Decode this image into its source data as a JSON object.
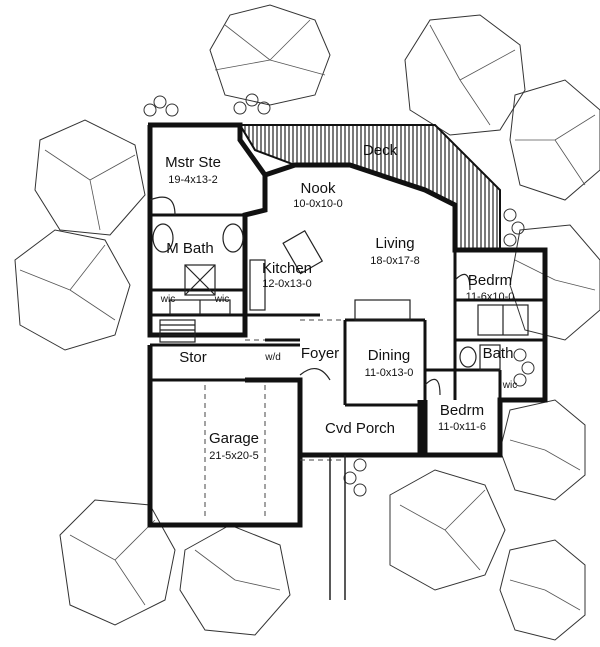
{
  "rooms": {
    "mstr_ste": {
      "name": "Mstr Ste",
      "dim": "19-4x13-2"
    },
    "deck": {
      "name": "Deck"
    },
    "nook": {
      "name": "Nook",
      "dim": "10-0x10-0"
    },
    "m_bath": {
      "name": "M Bath"
    },
    "wic_left": {
      "name": "wic"
    },
    "wic_mid": {
      "name": "wic"
    },
    "kitchen": {
      "name": "Kitchen",
      "dim": "12-0x13-0"
    },
    "living": {
      "name": "Living",
      "dim": "18-0x17-8"
    },
    "bedrm_upper": {
      "name": "Bedrm",
      "dim": "11-6x10-0"
    },
    "bath": {
      "name": "Bath"
    },
    "wic_right": {
      "name": "wic"
    },
    "stor": {
      "name": "Stor"
    },
    "wd": {
      "name": "w/d"
    },
    "foyer": {
      "name": "Foyer"
    },
    "dining": {
      "name": "Dining",
      "dim": "11-0x13-0"
    },
    "bedrm_lower": {
      "name": "Bedrm",
      "dim": "11-0x11-6"
    },
    "garage": {
      "name": "Garage",
      "dim": "21-5x20-5"
    },
    "cvd_porch": {
      "name": "Cvd Porch"
    }
  },
  "colors": {
    "line": "#111111",
    "background": "#ffffff",
    "hatch": "#222222"
  }
}
